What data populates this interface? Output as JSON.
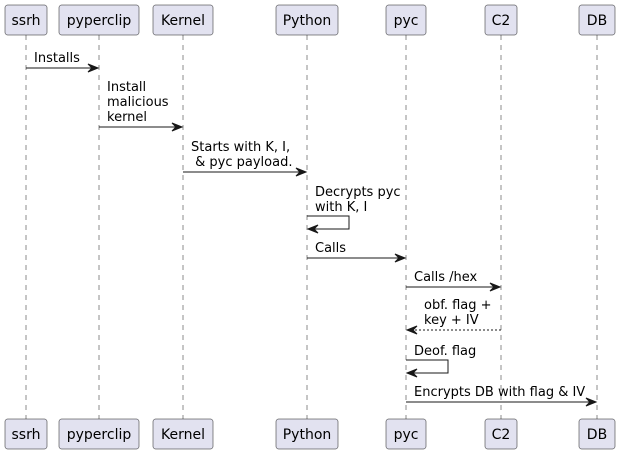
{
  "participants": [
    {
      "id": "ssrh",
      "label": "ssrh"
    },
    {
      "id": "pyperclip",
      "label": "pyperclip"
    },
    {
      "id": "kernel",
      "label": "Kernel"
    },
    {
      "id": "python",
      "label": "Python"
    },
    {
      "id": "pyc",
      "label": "pyc"
    },
    {
      "id": "c2",
      "label": "C2"
    },
    {
      "id": "db",
      "label": "DB"
    }
  ],
  "messages": [
    {
      "from": "ssrh",
      "to": "pyperclip",
      "lines": [
        "Installs"
      ],
      "style": "solid"
    },
    {
      "from": "pyperclip",
      "to": "kernel",
      "lines": [
        "Install",
        "malicious",
        "kernel"
      ],
      "style": "solid"
    },
    {
      "from": "kernel",
      "to": "python",
      "lines": [
        "Starts with K, I,",
        " & pyc payload."
      ],
      "style": "solid"
    },
    {
      "from": "python",
      "to": "python",
      "lines": [
        "Decrypts pyc",
        "with K, I"
      ],
      "style": "solid"
    },
    {
      "from": "python",
      "to": "pyc",
      "lines": [
        "Calls"
      ],
      "style": "solid"
    },
    {
      "from": "pyc",
      "to": "c2",
      "lines": [
        "Calls /hex"
      ],
      "style": "solid"
    },
    {
      "from": "c2",
      "to": "pyc",
      "lines": [
        "obf. flag +",
        "key + IV"
      ],
      "style": "dashed"
    },
    {
      "from": "pyc",
      "to": "pyc",
      "lines": [
        "Deof. flag"
      ],
      "style": "solid"
    },
    {
      "from": "pyc",
      "to": "db",
      "lines": [
        "Encrypts DB with flag & IV"
      ],
      "style": "solid"
    }
  ]
}
